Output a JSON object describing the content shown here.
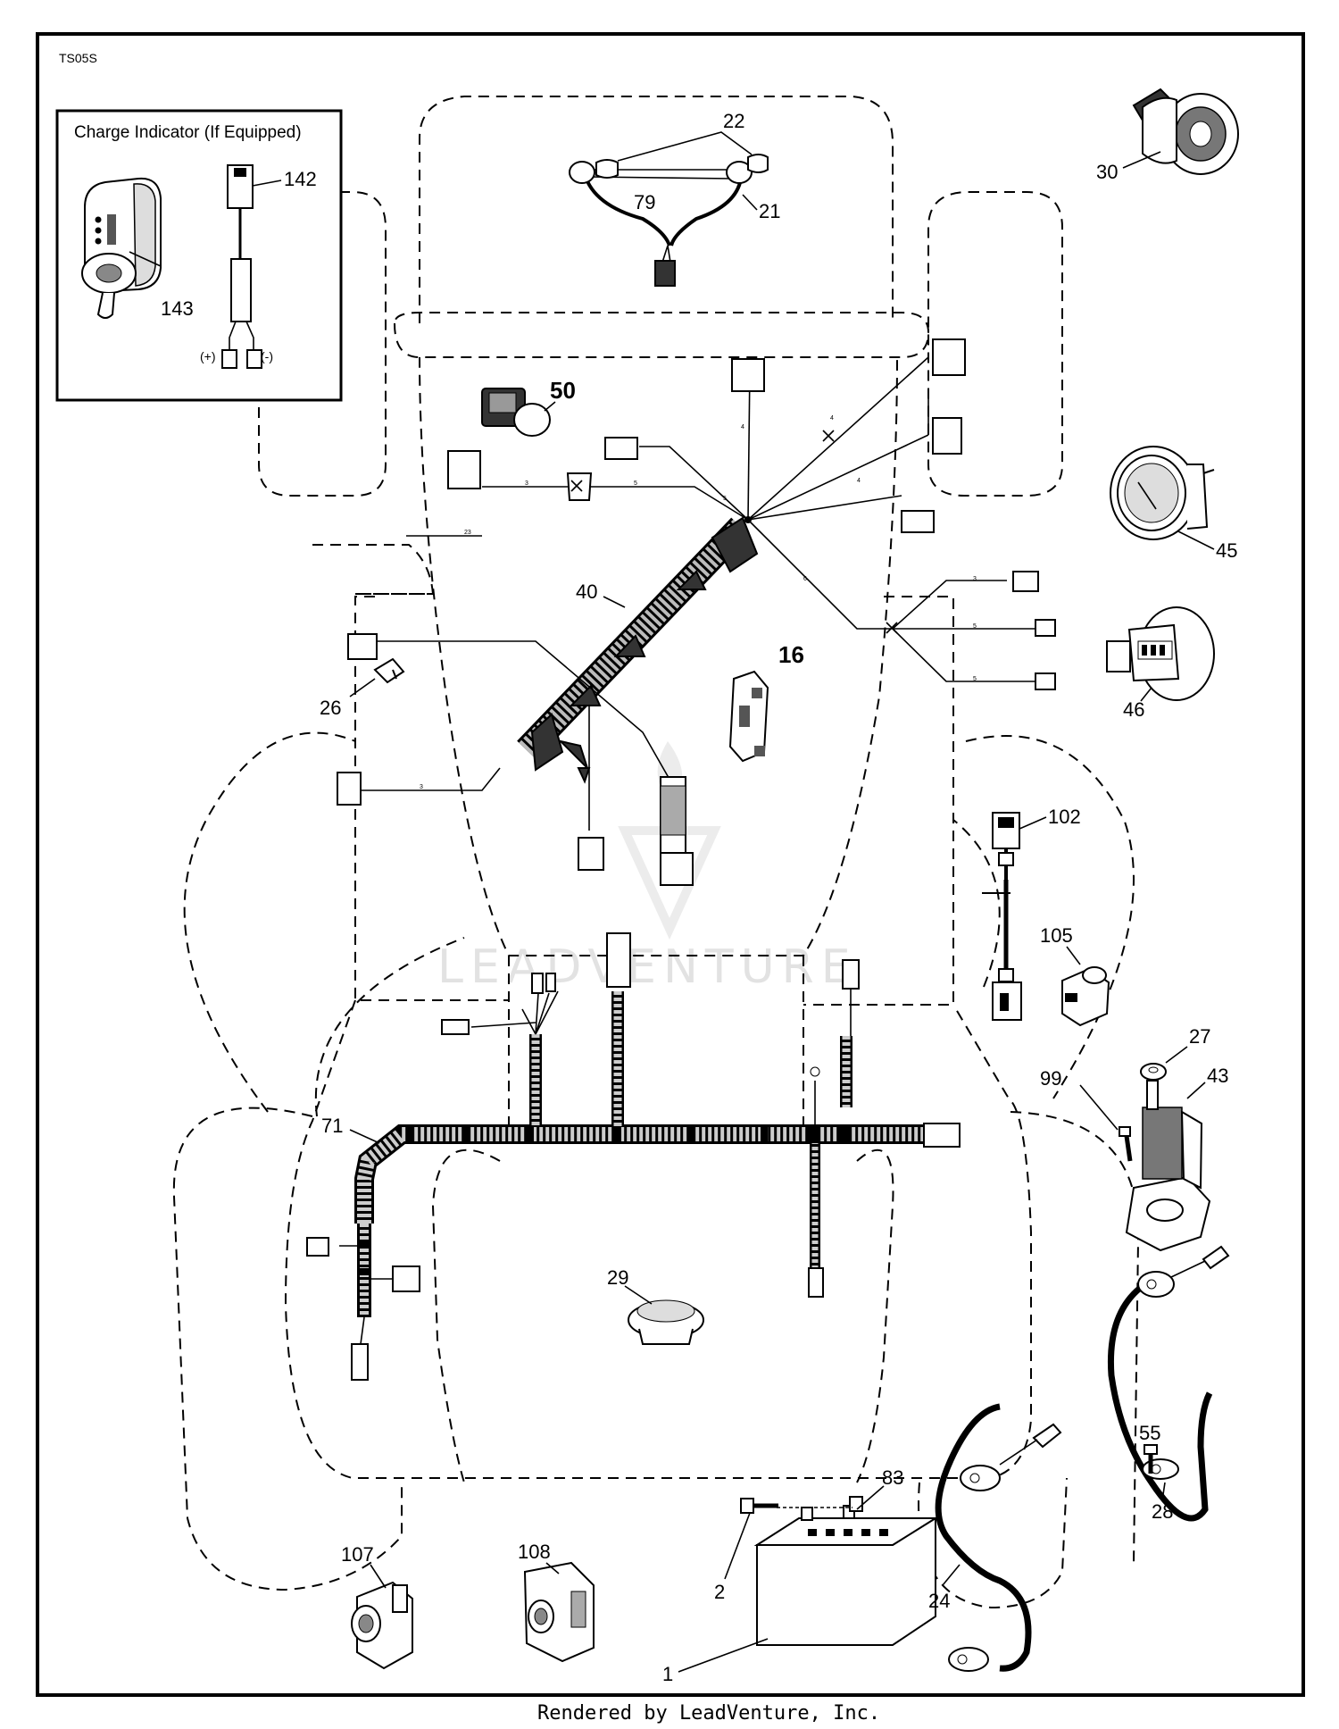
{
  "drawing_code": "TS05S",
  "inset": {
    "title": "Charge Indicator (If Equipped)",
    "positive_label": "(+)",
    "negative_label": "(-)"
  },
  "callouts": {
    "c1": "1",
    "c2": "2",
    "c16": "16",
    "c21": "21",
    "c22": "22",
    "c24": "24",
    "c26": "26",
    "c27": "27",
    "c28": "28",
    "c29": "29",
    "c30": "30",
    "c40": "40",
    "c43": "43",
    "c45": "45",
    "c46": "46",
    "c50": "50",
    "c55": "55",
    "c71": "71",
    "c79": "79",
    "c83": "83",
    "c99": "99",
    "c102": "102",
    "c105": "105",
    "c107": "107",
    "c108": "108",
    "c142": "142",
    "c143": "143"
  },
  "watermark": "LEADVENTURE",
  "footer": "Rendered by LeadVenture, Inc."
}
